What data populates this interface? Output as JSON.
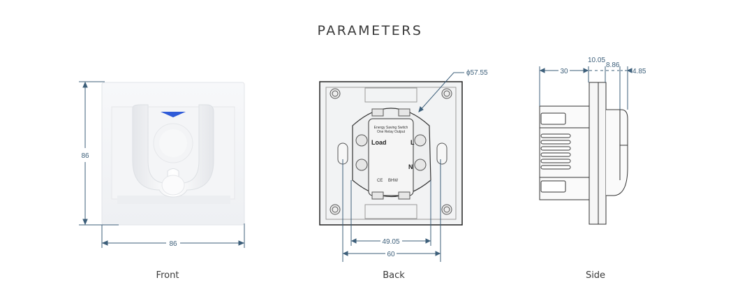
{
  "title": "PARAMETERS",
  "views": {
    "front": {
      "caption": "Front",
      "dimensions": {
        "height": "86",
        "width": "86"
      },
      "indicator_color": "#2f5bd8"
    },
    "back": {
      "caption": "Back",
      "dimensions": {
        "diameter": "ϕ57.55",
        "inner_width": "49.05",
        "hole_spacing": "60"
      },
      "labels": {
        "product_line1": "Energy Saving Switch",
        "product_line2": "One Relay Output",
        "load": "Load",
        "live": "L",
        "neutral": "N",
        "ce_mark": "CE",
        "brand": "BHW"
      }
    },
    "side": {
      "caption": "Side",
      "dimensions": {
        "depth": "30",
        "plate": "10.05",
        "front": "8.86",
        "card_holder": "4.85"
      }
    }
  },
  "colors": {
    "dimension_line": "#3d5f7a",
    "outline": "#333333"
  }
}
